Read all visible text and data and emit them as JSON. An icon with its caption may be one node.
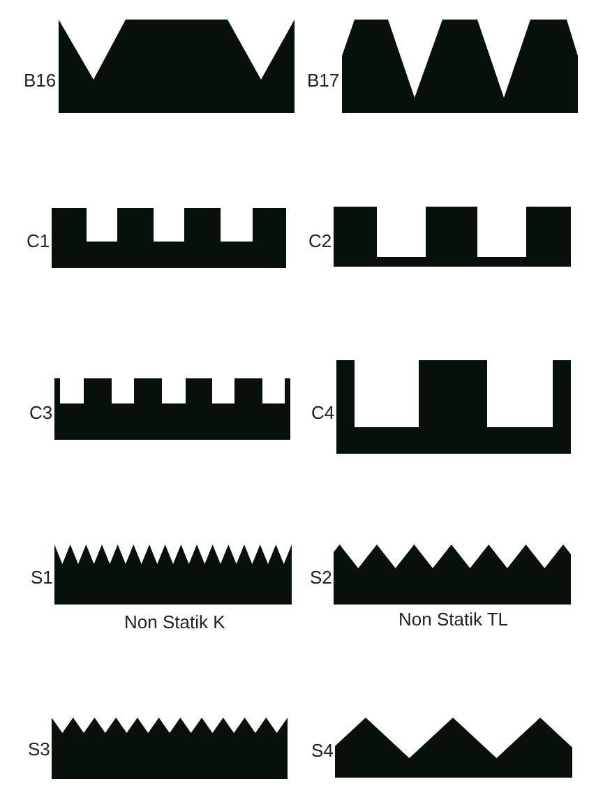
{
  "diagram": {
    "labels": [
      "B16",
      "B17",
      "C1",
      "C2",
      "C3",
      "C4",
      "S1",
      "S2",
      "Non Statik K",
      "Non Statik TL",
      "S3",
      "S4"
    ]
  }
}
